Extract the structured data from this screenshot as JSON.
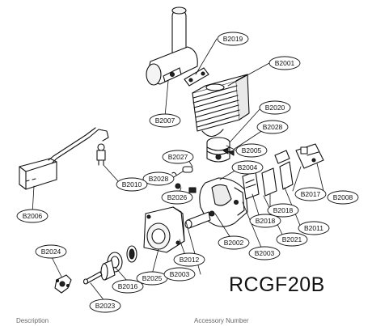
{
  "model": "RCGF20B",
  "labels": {
    "b2019": "B2019",
    "b2001": "B2001",
    "b2007": "B2007",
    "b2020": "B2020",
    "b2028a": "B2028",
    "b2005": "B2005",
    "b2027": "B2027",
    "b2028b": "B2028",
    "b2004": "B2004",
    "b2010": "B2010",
    "b2026": "B2026",
    "b2017": "B2017",
    "b2008": "B2008",
    "b2006": "B2006",
    "b2018a": "B2018",
    "b2018b": "B2018",
    "b2011": "B2011",
    "b2024": "B2024",
    "b2012": "B2012",
    "b2002": "B2002",
    "b2021": "B2021",
    "b2003a": "B2003",
    "b2003b": "B2003",
    "b2025": "B2025",
    "b2016": "B2016",
    "b2023": "B2023"
  },
  "footer": {
    "left": "Description",
    "right": "Accessory Number"
  }
}
